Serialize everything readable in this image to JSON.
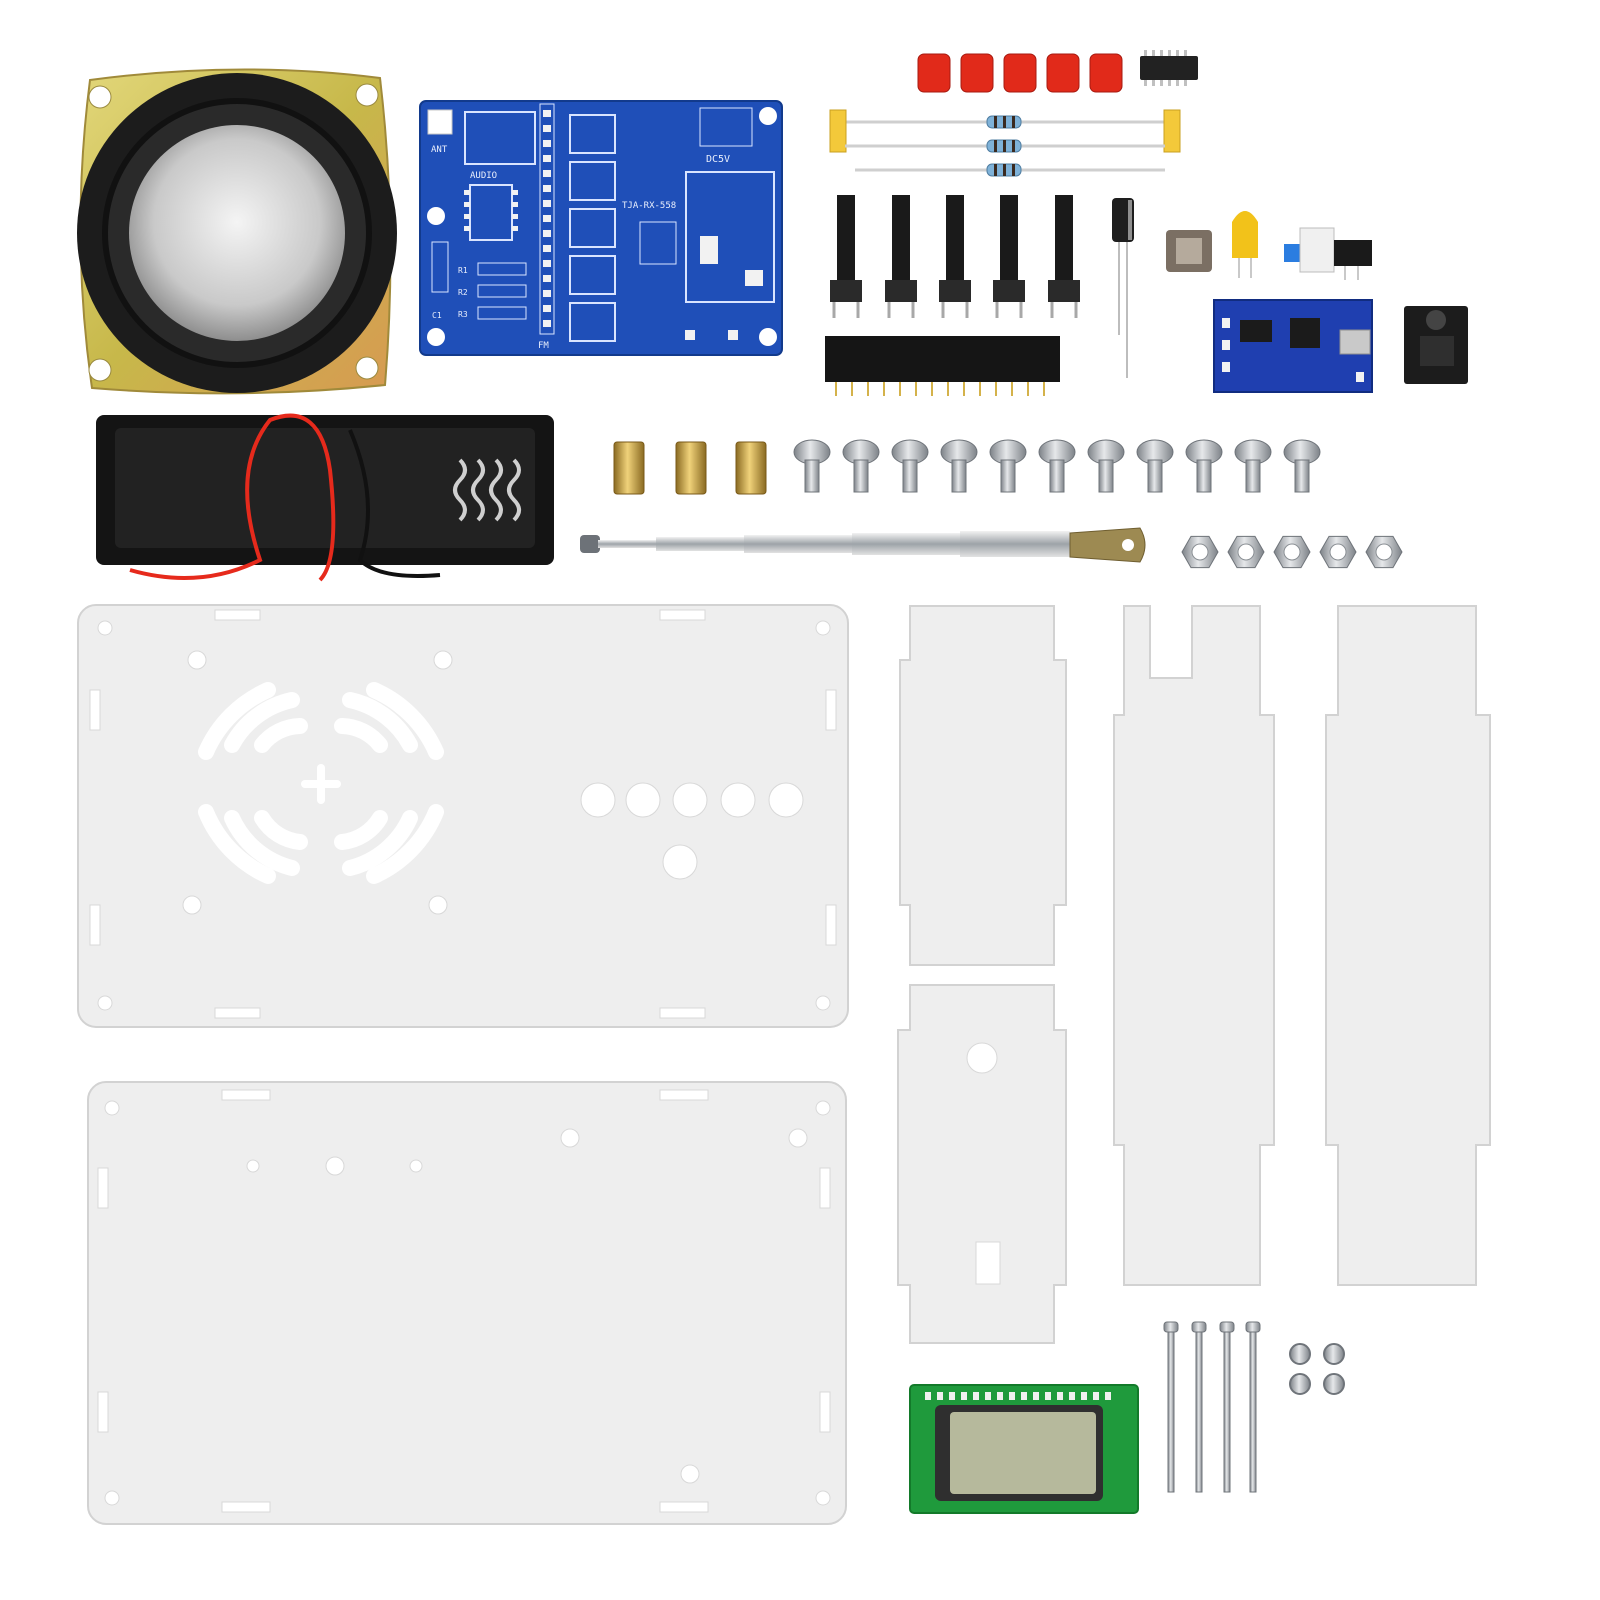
{
  "scene": {
    "background": "#ffffff",
    "subject": "DIY FM radio electronics kit laid out flat"
  },
  "colors": {
    "pcb_blue": "#1f4fb8",
    "pcb_green": "#1f9a3c",
    "acrylic": "#eeeeee",
    "acrylic_edge": "#d2d2d2",
    "cap_red": "#e12a1a",
    "brass": "#c9a24a",
    "steel": "#b9bec4",
    "speaker_frame": "#c8c35a",
    "lcd": "#b6b99c"
  },
  "pcb": {
    "silk": [
      "ANT",
      "AUDIO",
      "DC5V",
      "TJA-RX-558",
      "R1",
      "R2",
      "R3",
      "C1",
      "FM"
    ]
  },
  "parts": {
    "push_caps": 5,
    "resistors": 3,
    "tact_switches": 5,
    "brass_standoffs": 3,
    "screws": 11,
    "nuts": 5,
    "long_bolts": 4,
    "small_nuts": 4
  }
}
